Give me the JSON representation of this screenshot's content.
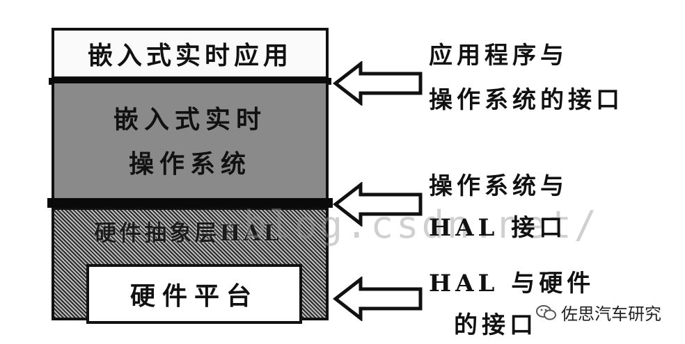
{
  "layers": {
    "app": "嵌入式实时应用",
    "os_line1": "嵌入式实时",
    "os_line2": "操作系统",
    "hal": "硬件抽象层HAL",
    "hardware": "硬件平台"
  },
  "interfaces": {
    "app_os_line1": "应用程序与",
    "app_os_line2": "操作系统的接口",
    "os_hal_line1": "操作系统与",
    "os_hal_line2": "HAL 接口",
    "hal_hw_line1": "HAL 与硬件",
    "hal_hw_line2": "的接口"
  },
  "watermark": "blog.csdn.net/",
  "brand": "佐思汽车研究",
  "icons": [
    "arrow-left-icon",
    "wechat-icon"
  ]
}
